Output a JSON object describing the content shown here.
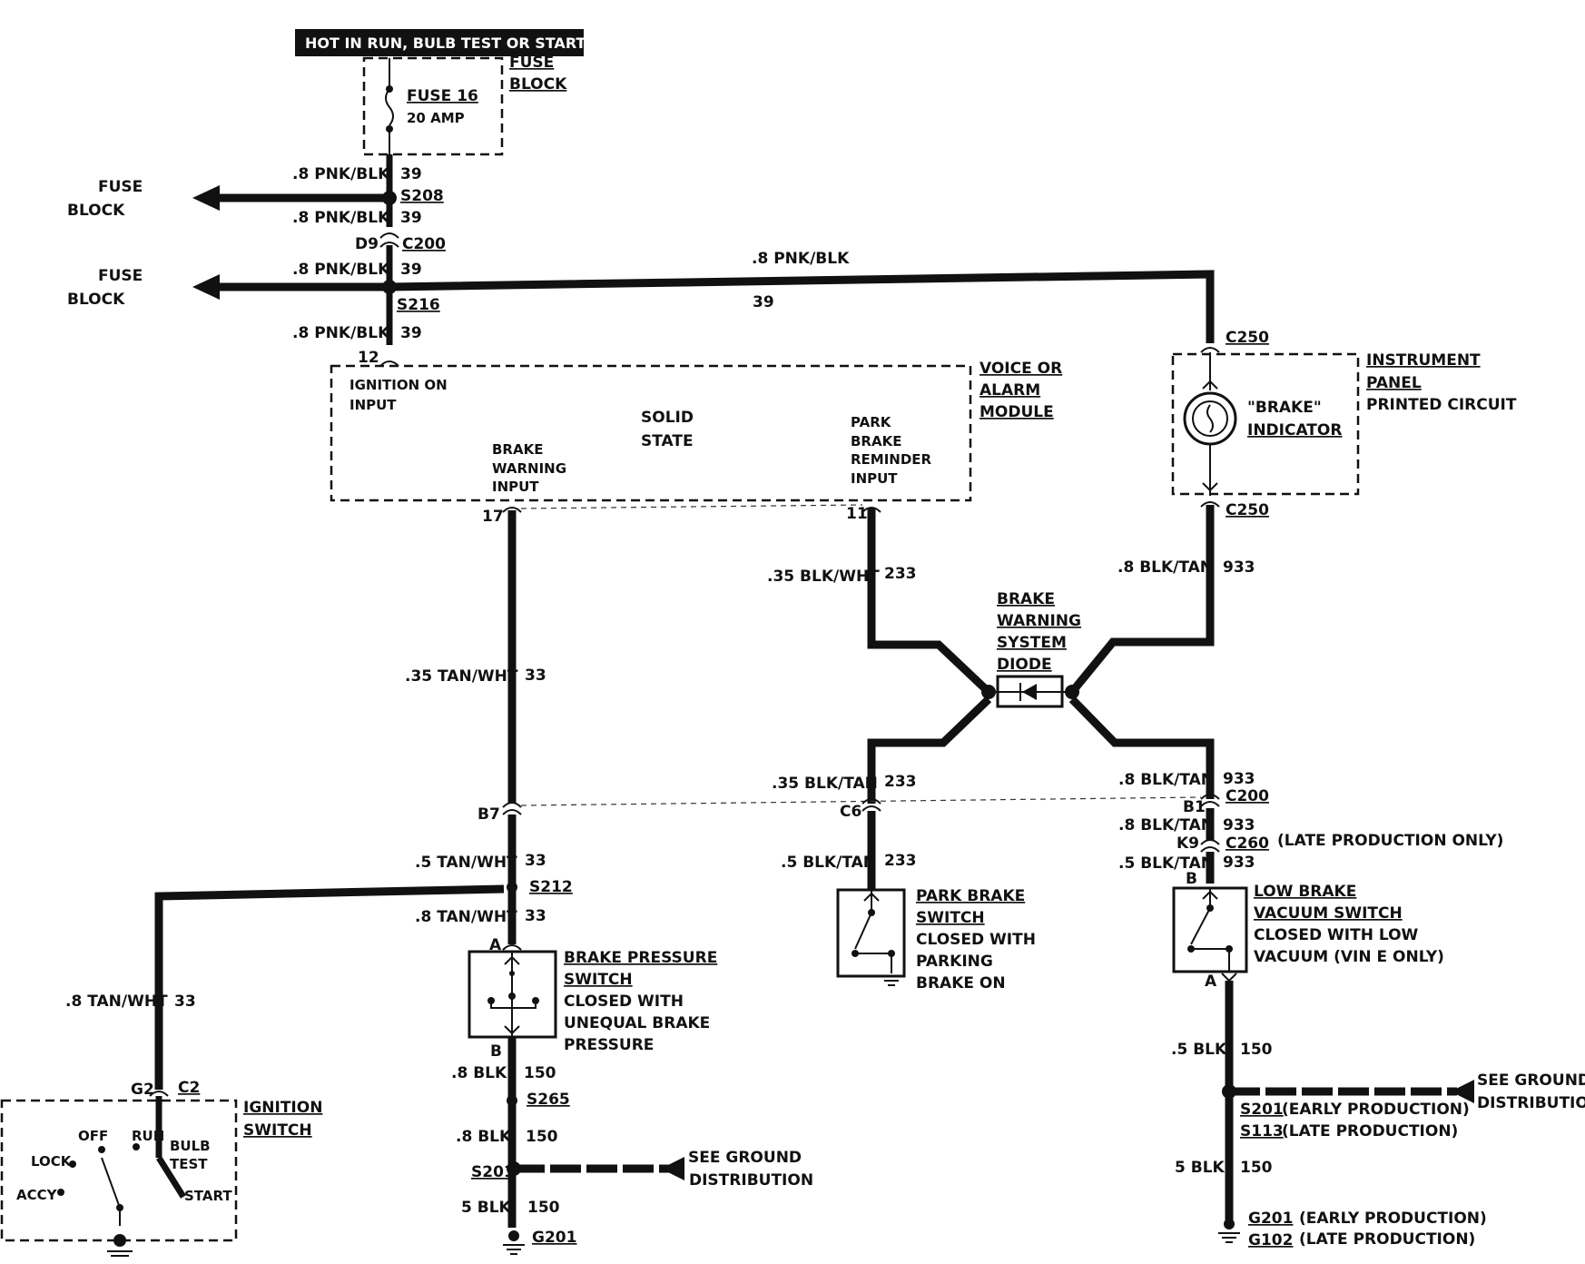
{
  "header": "HOT IN RUN, BULB TEST OR START",
  "fuse_block": {
    "title_1": "FUSE",
    "title_2": "BLOCK",
    "fuse": "FUSE 16",
    "rating": "20 AMP"
  },
  "fuse_block_left_1": {
    "line1": "FUSE",
    "line2": "BLOCK"
  },
  "fuse_block_left_2": {
    "line1": "FUSE",
    "line2": "BLOCK"
  },
  "wires": {
    "w39_a": ".8 PNK/BLK",
    "n39_a": "39",
    "w39_b": ".8 PNK/BLK",
    "n39_b": "39",
    "w39_c": ".8 PNK/BLK",
    "n39_c": "39",
    "w39_d": ".8 PNK/BLK",
    "n39_d": "39",
    "w39_top": ".8 PNK/BLK",
    "n39_top": "39",
    "w33_a": ".35 TAN/WHT",
    "n33_a": "33",
    "w33_b": ".5 TAN/WHT",
    "n33_b": "33",
    "w33_c": ".8 TAN/WHT",
    "n33_c": "33",
    "w33_d": ".8 TAN/WHT",
    "n33_d": "33",
    "w233_a": ".35 BLK/WHT",
    "n233_a": "233",
    "w233_b": ".35 BLK/TAN",
    "n233_b": "233",
    "w233_c": ".5 BLK/TAN",
    "n233_c": "233",
    "w933_a": ".8 BLK/TAN",
    "n933_a": "933",
    "w933_b": ".8 BLK/TAN",
    "n933_b": "933",
    "w933_c": ".8 BLK/TAN",
    "n933_c": "933",
    "w933_d": ".5 BLK/TAN",
    "n933_d": "933",
    "w150_a": ".8 BLK",
    "n150_a": "150",
    "w150_b": ".8 BLK",
    "n150_b": "150",
    "w150_c": "5 BLK",
    "n150_c": "150",
    "w150_d": ".5 BLK",
    "n150_d": "150",
    "w150_e": "5 BLK",
    "n150_e": "150"
  },
  "connectors": {
    "s208": "S208",
    "d9": "D9",
    "c200_top": "C200",
    "s216": "S216",
    "pin12": "12",
    "pin17": "17",
    "pin11": "11",
    "c250_top": "C250",
    "c250_bottom": "C250",
    "b7": "B7",
    "c6": "C6",
    "b1": "B1",
    "c200_right": "C200",
    "k9": "K9",
    "c260": "C260",
    "late_only": "(LATE PRODUCTION ONLY)",
    "s212": "S212",
    "pin_a_bp": "A",
    "pin_b_bp": "B",
    "s265": "S265",
    "s201_left": "S201",
    "g201_left": "G201",
    "g2_left": "G2",
    "c2": "C2",
    "pin_b_lb": "B",
    "pin_a_lb": "A",
    "s201_right": "S201",
    "s201_right_note": "(EARLY PRODUCTION)",
    "s113": "S113",
    "s113_note": "(LATE PRODUCTION)",
    "g201_right": "G201",
    "g201_right_note": "(EARLY PRODUCTION)",
    "g102": "G102",
    "g102_note": "(LATE PRODUCTION)"
  },
  "module": {
    "title_1": "VOICE OR",
    "title_2": "ALARM",
    "title_3": "MODULE",
    "ign_1": "IGNITION ON",
    "ign_2": "INPUT",
    "solid_1": "SOLID",
    "solid_2": "STATE",
    "bw_1": "BRAKE",
    "bw_2": "WARNING",
    "bw_3": "INPUT",
    "pb_1": "PARK",
    "pb_2": "BRAKE",
    "pb_3": "REMINDER",
    "pb_4": "INPUT"
  },
  "instrument_panel": {
    "line1": "INSTRUMENT",
    "line2": "PANEL",
    "line3": "PRINTED CIRCUIT",
    "ind_1": "\"BRAKE\"",
    "ind_2": "INDICATOR"
  },
  "diode": {
    "line1": "BRAKE",
    "line2": "WARNING",
    "line3": "SYSTEM",
    "line4": "DIODE"
  },
  "brake_pressure_switch": {
    "line1": "BRAKE PRESSURE",
    "line2": "SWITCH",
    "line3": "CLOSED WITH",
    "line4": "UNEQUAL BRAKE",
    "line5": "PRESSURE"
  },
  "park_brake_switch": {
    "line1": "PARK BRAKE",
    "line2": "SWITCH",
    "line3": "CLOSED WITH",
    "line4": "PARKING",
    "line5": "BRAKE ON"
  },
  "low_brake_switch": {
    "line1": "LOW BRAKE",
    "line2": "VACUUM SWITCH",
    "line3": "CLOSED WITH LOW",
    "line4": "VACUUM (VIN E ONLY)"
  },
  "ignition_switch": {
    "line1": "IGNITION",
    "line2": "SWITCH",
    "off": "OFF",
    "run": "RUN",
    "lock": "LOCK",
    "accy": "ACCY",
    "bulb_1": "BULB",
    "bulb_2": "TEST",
    "start": "START"
  },
  "ground_left": {
    "line1": "SEE GROUND",
    "line2": "DISTRIBUTION"
  },
  "ground_right": {
    "line1": "SEE GROUND",
    "line2": "DISTRIBUTION"
  }
}
